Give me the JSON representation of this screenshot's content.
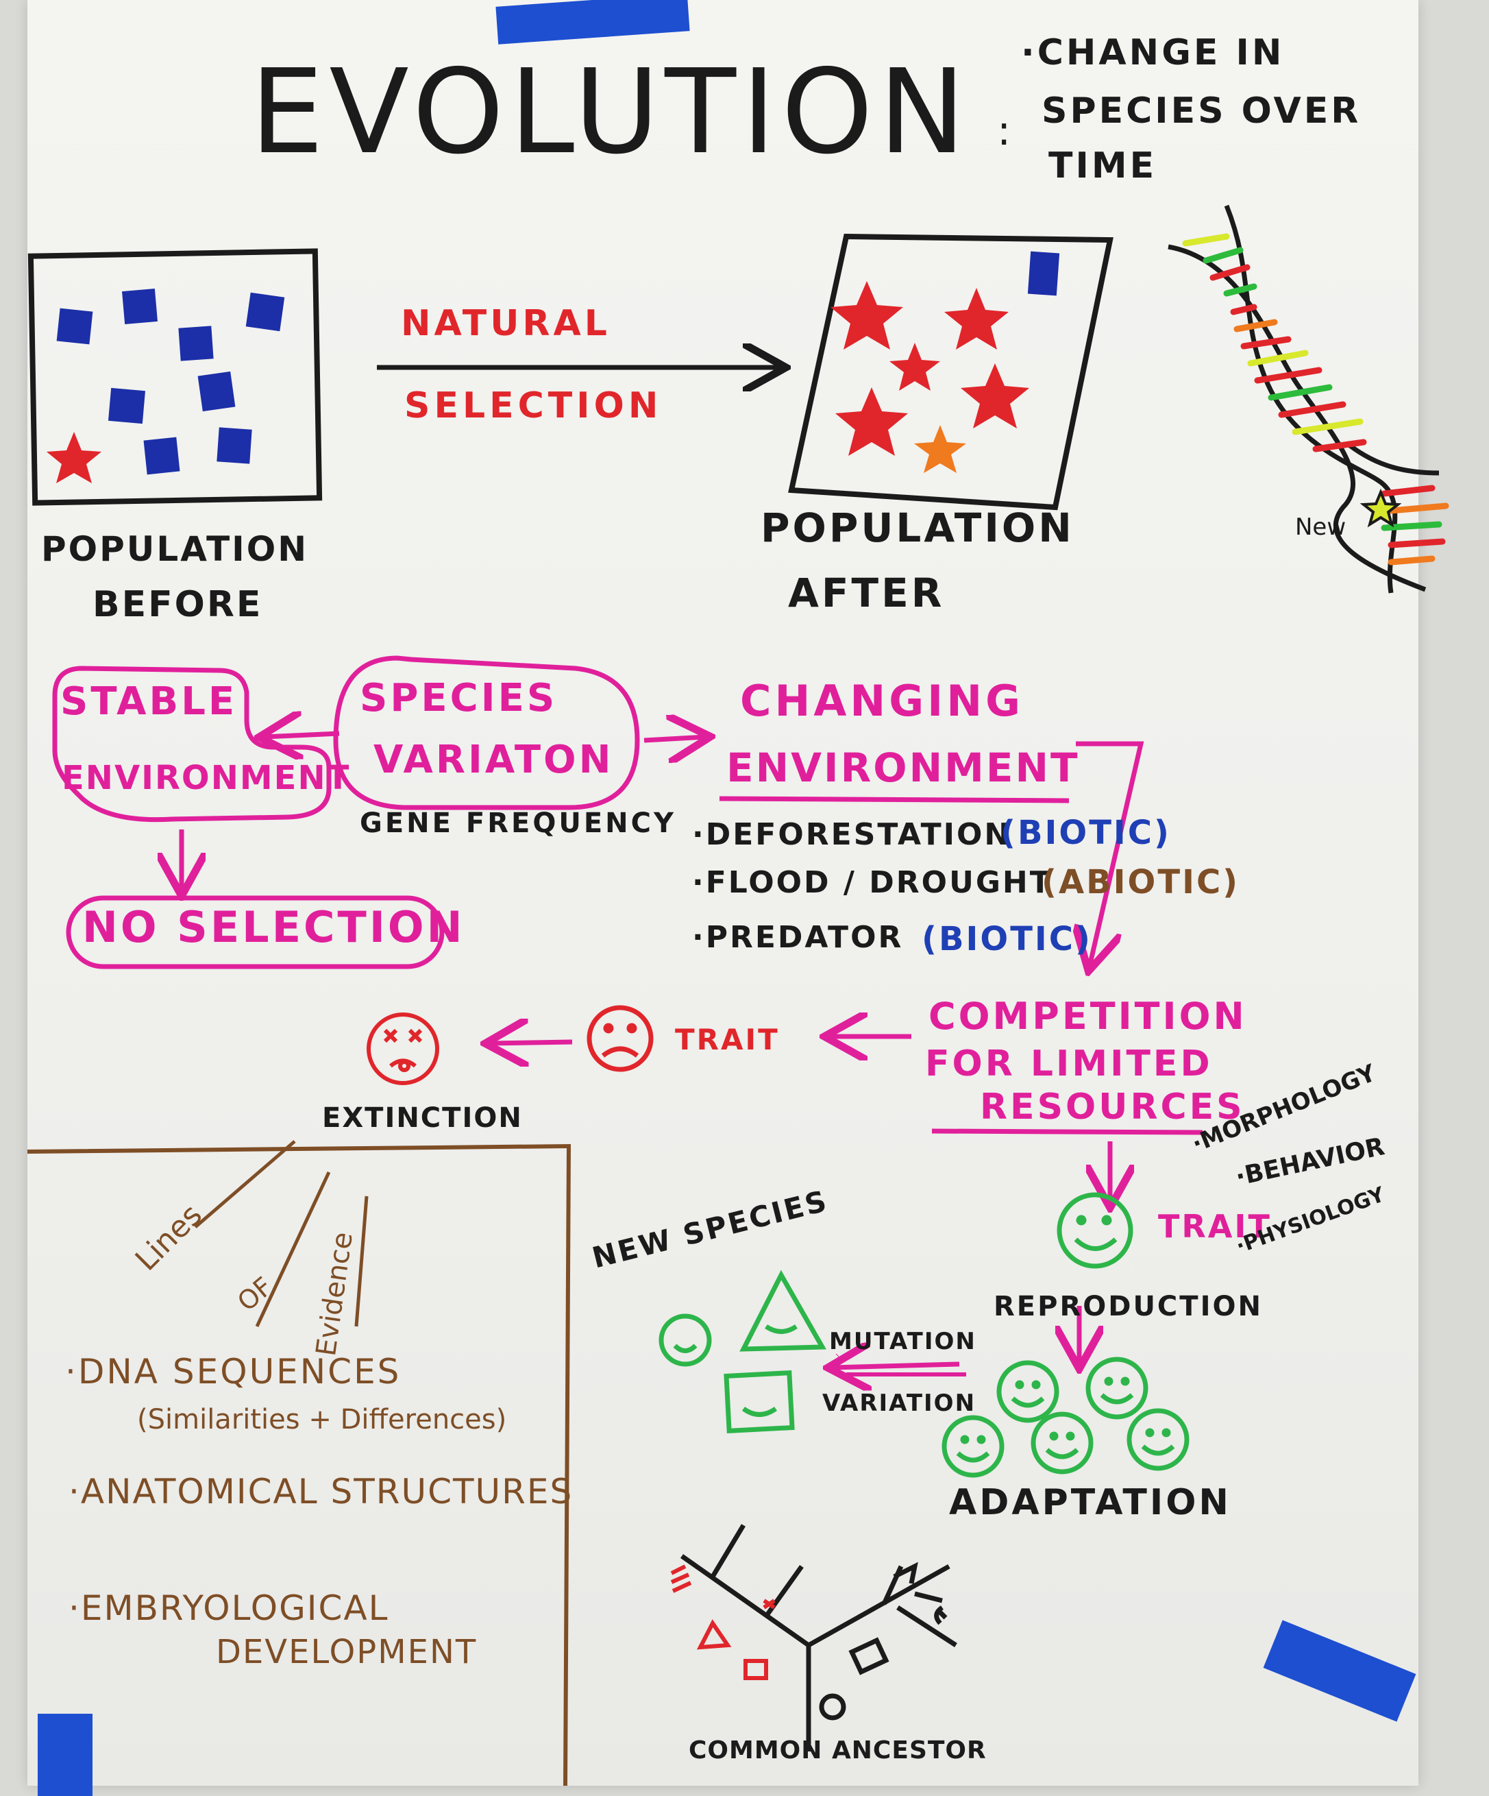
{
  "title": "EVOLUTION",
  "definition": [
    "·CHANGE IN",
    "SPECIES OVER",
    "TIME"
  ],
  "selection_arrow": {
    "line1": "NATURAL",
    "line2": "SELECTION"
  },
  "population_before": {
    "line1": "POPULATION",
    "line2": "BEFORE"
  },
  "population_after": {
    "line1": "POPULATION",
    "line2": "AFTER"
  },
  "dna_label": "New",
  "species_variation": {
    "line1": "SPECIES",
    "line2": "VARIATON",
    "note": "GENE FREQUENCY"
  },
  "stable_environment": {
    "line1": "STABLE",
    "line2": "ENVIRONMENT"
  },
  "no_selection": "NO SELECTION",
  "changing_environment": {
    "line1": "CHANGING",
    "line2": "ENVIRONMENT"
  },
  "factors": [
    {
      "name": "·DEFORESTATION",
      "type": "(BIOTIC)",
      "color": "#1f3fb5"
    },
    {
      "name": "·FLOOD / DROUGHT",
      "type": "(ABIOTIC)",
      "color": "#7e4e26"
    },
    {
      "name": "·PREDATOR",
      "type": "(BIOTIC)",
      "color": "#1f3fb5"
    }
  ],
  "competition": [
    "COMPETITION",
    "FOR LIMITED",
    "RESOURCES"
  ],
  "trait_bad": "TRAIT",
  "extinction": "EXTINCTION",
  "trait_good": "TRAIT",
  "trait_types": [
    "·MORPHOLOGY",
    "·BEHAVIOR",
    "·PHYSIOLOGY"
  ],
  "reproduction": "REPRODUCTION",
  "adaptation": "ADAPTATION",
  "mutation": "MUTATION",
  "variation": "VARIATION",
  "new_species": "NEW SPECIES",
  "lines_of_evidence": [
    "Lines",
    "OF",
    "Evidence"
  ],
  "evidence": [
    {
      "line1": "·DNA SEQUENCES",
      "line2": "(Similarities + Differences)"
    },
    {
      "line1": "·ANATOMICAL STRUCTURES",
      "line2": ""
    },
    {
      "line1": "·EMBRYOLOGICAL",
      "line2": "DEVELOPMENT"
    }
  ],
  "common_ancestor": "COMMON ANCESTOR",
  "colors": {
    "black": "#1b1b1b",
    "red": "#e0262b",
    "magenta": "#e0209b",
    "blue": "#1f3fb5",
    "brown": "#7e4e26",
    "green": "#2db54a",
    "tape": "#1d4fd0"
  }
}
